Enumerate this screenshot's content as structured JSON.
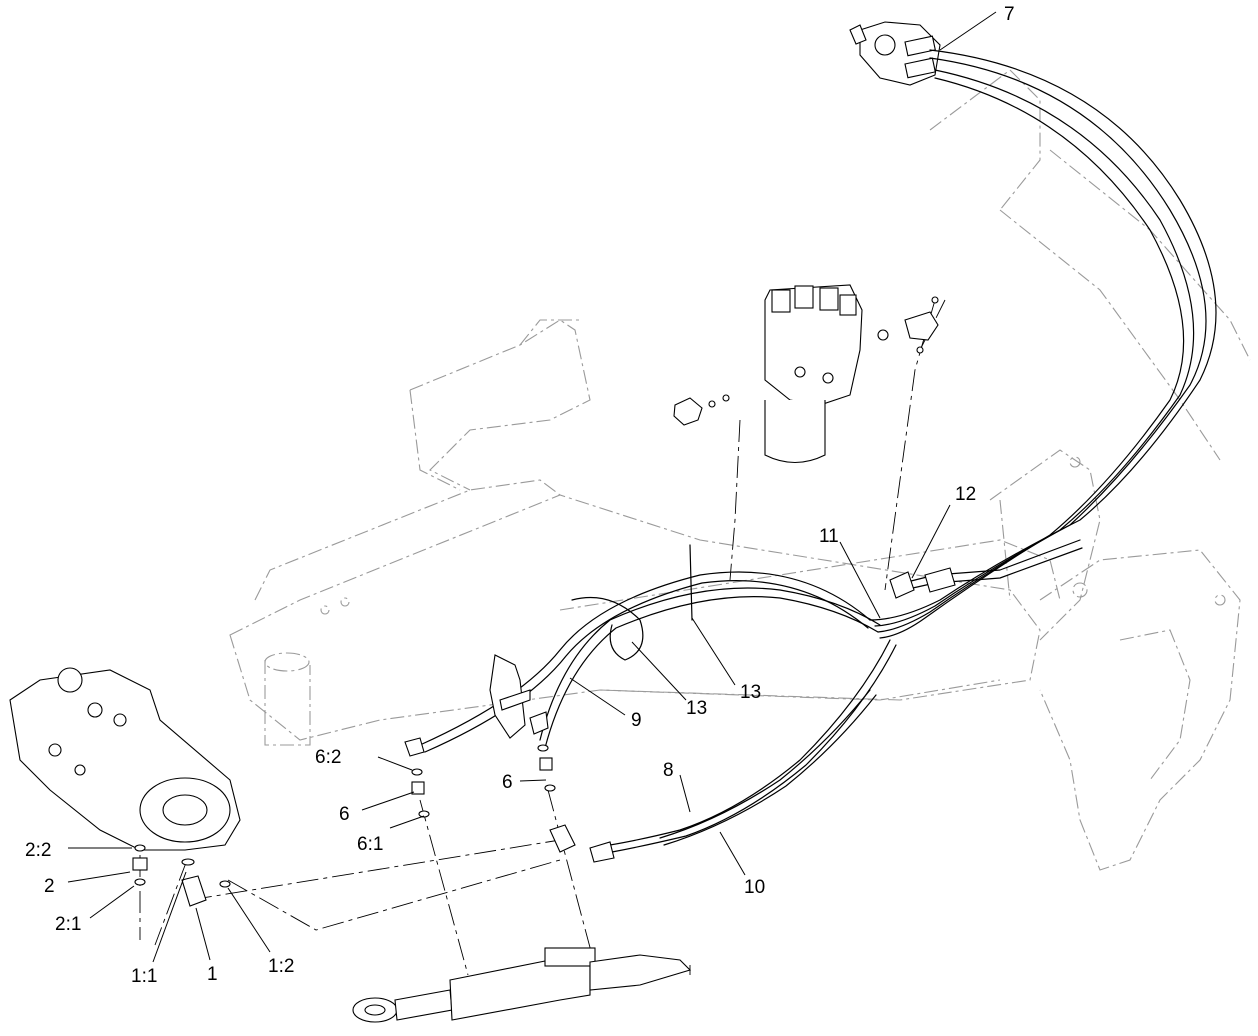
{
  "callouts": [
    {
      "id": "c-1",
      "text": "1"
    },
    {
      "id": "c-1-1",
      "text": "1:1"
    },
    {
      "id": "c-1-2",
      "text": "1:2"
    },
    {
      "id": "c-2",
      "text": "2"
    },
    {
      "id": "c-2-1",
      "text": "2:1"
    },
    {
      "id": "c-2-2",
      "text": "2:2"
    },
    {
      "id": "c-6a",
      "text": "6"
    },
    {
      "id": "c-6-1",
      "text": "6:1"
    },
    {
      "id": "c-6-2",
      "text": "6:2"
    },
    {
      "id": "c-6b",
      "text": "6"
    },
    {
      "id": "c-7",
      "text": "7"
    },
    {
      "id": "c-8",
      "text": "8"
    },
    {
      "id": "c-9",
      "text": "9"
    },
    {
      "id": "c-10",
      "text": "10"
    },
    {
      "id": "c-11",
      "text": "11"
    },
    {
      "id": "c-12",
      "text": "12"
    },
    {
      "id": "c-13a",
      "text": "13"
    },
    {
      "id": "c-13b",
      "text": "13"
    }
  ],
  "colors": {
    "line": "#000000",
    "phantom": "#9a9a9a",
    "background": "#ffffff"
  }
}
